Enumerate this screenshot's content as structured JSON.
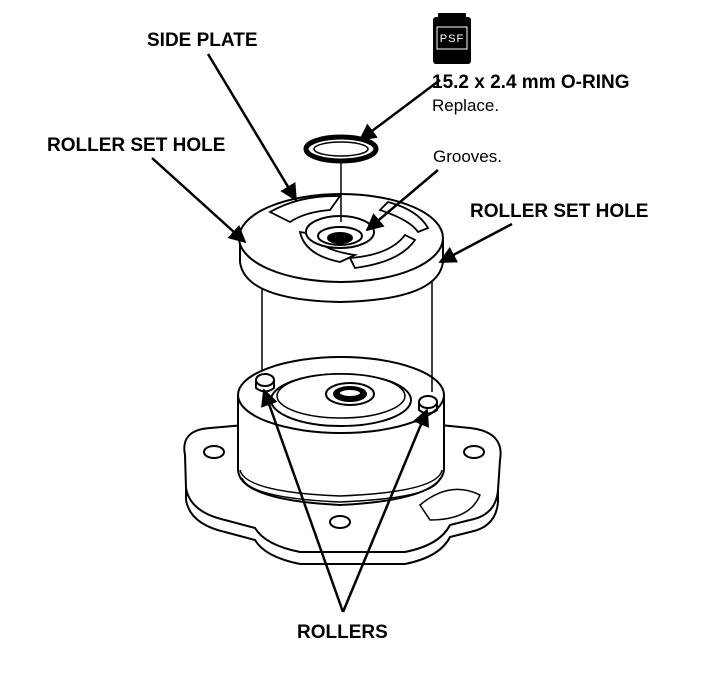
{
  "labels": {
    "side_plate": "SIDE PLATE",
    "roller_set_hole_left": "ROLLER SET HOLE",
    "roller_set_hole_right": "ROLLER SET HOLE",
    "oring_spec": "15.2 x 2.4 mm O-RING",
    "oring_note": "Replace.",
    "grooves": "Grooves.",
    "rollers": "ROLLERS"
  },
  "icon": {
    "name": "psf-fluid-can-icon",
    "text": "PSF"
  },
  "colors": {
    "ink": "#000000",
    "paper": "#ffffff"
  }
}
